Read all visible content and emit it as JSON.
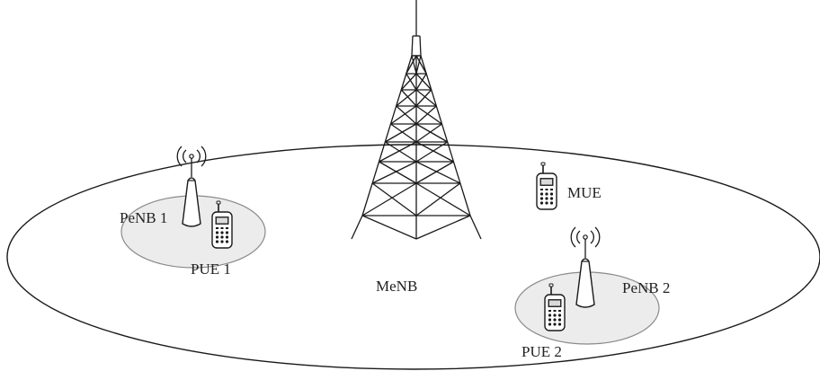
{
  "labels": {
    "macro_bs": "MeNB",
    "macro_ue": "MUE",
    "pico_bs_1": "PeNB 1",
    "pico_ue_1": "PUE 1",
    "pico_bs_2": "PeNB 2",
    "pico_ue_2": "PUE 2"
  },
  "colors": {
    "line": "#1a1a1a",
    "pico_cell_fill": "#ececec",
    "pico_cell_stroke": "#8a8a8a",
    "macro_cell_stroke": "#1a1a1a",
    "text": "#222222"
  },
  "icons": {
    "macro_bs": "lattice-tower-icon",
    "pico_bs": "antenna-mast-icon",
    "ue": "mobile-phone-icon"
  }
}
